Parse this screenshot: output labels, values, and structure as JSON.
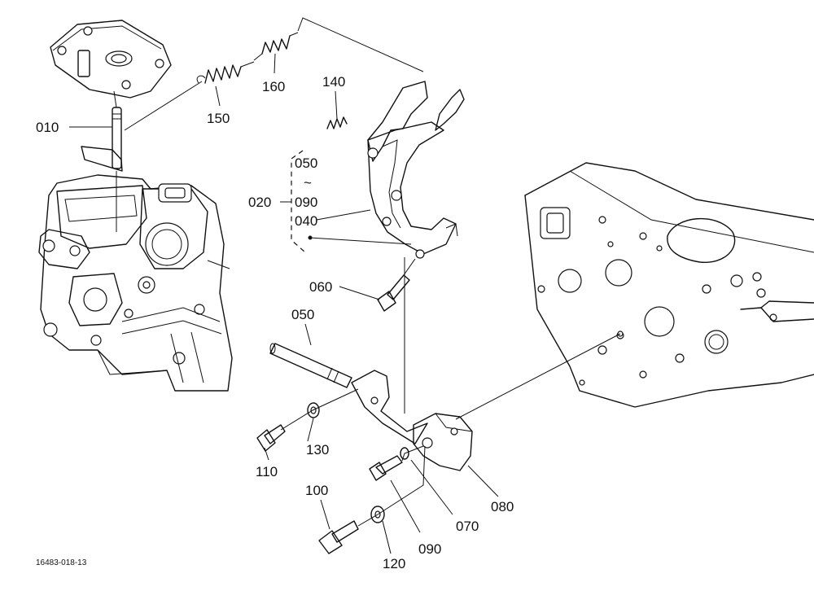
{
  "callouts": {
    "c010": "010",
    "c020": "020",
    "c040": "040",
    "c050_range_start": "050",
    "c050_range_sep": "~",
    "c090_range_end": "090",
    "c050": "050",
    "c060": "060",
    "c070": "070",
    "c080": "080",
    "c090": "090",
    "c100": "100",
    "c110": "110",
    "c120": "120",
    "c130": "130",
    "c140": "140",
    "c150": "150",
    "c160": "160"
  },
  "drawing_number": "16483-018-13"
}
